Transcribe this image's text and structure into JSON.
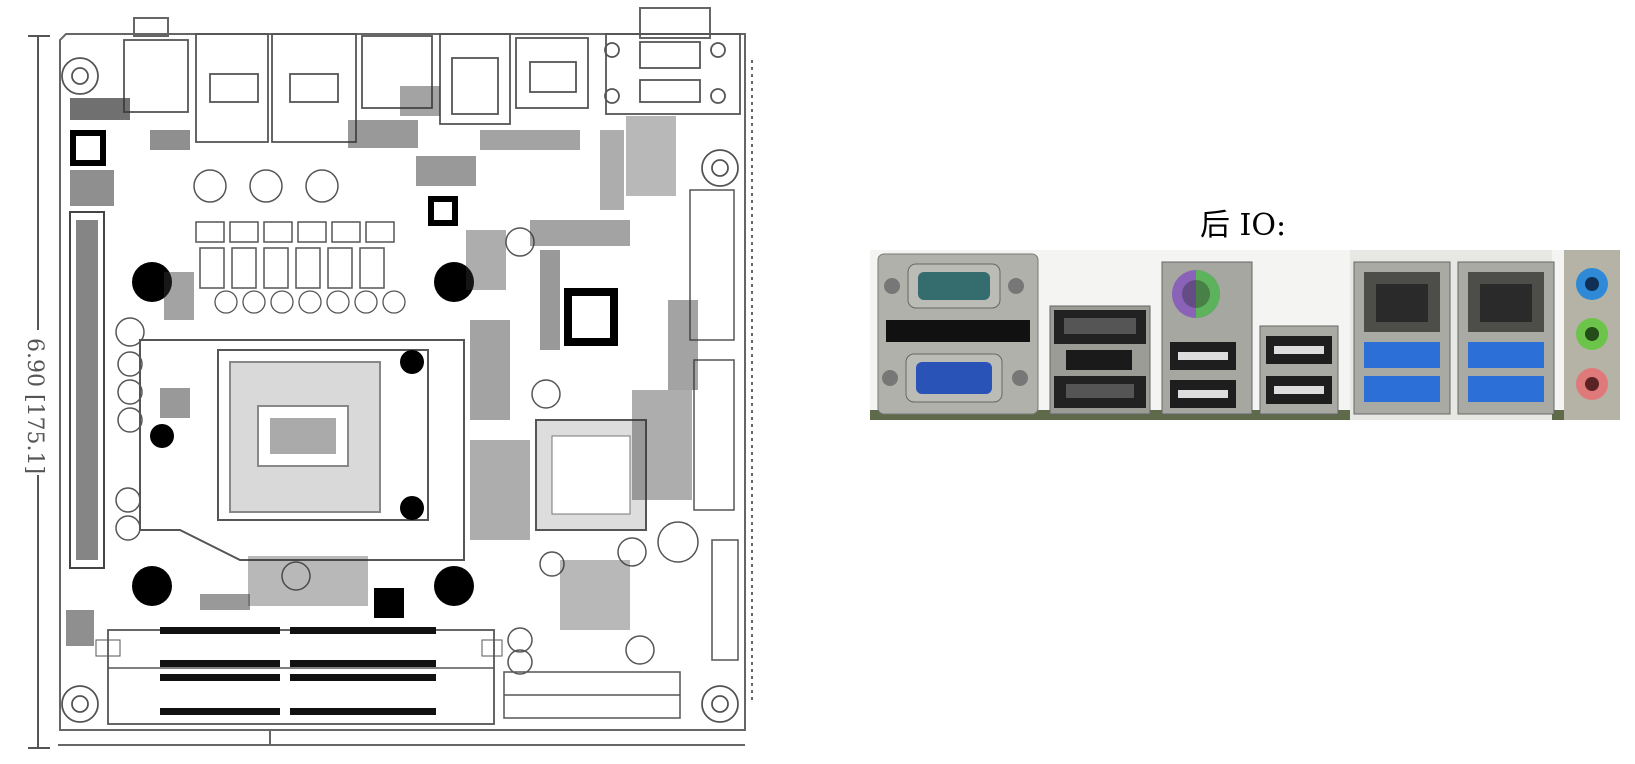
{
  "board_drawing": {
    "dimension_label": "6.90 [175.1]"
  },
  "rear_io": {
    "title": "后 IO:",
    "colors": {
      "panel_metal": "#a9aaa3",
      "vga_blue": "#2a53b8",
      "serial_teal": "#356d6f",
      "usb3_blue": "#2c6fd6",
      "ps2_purple": "#8a63b8",
      "ps2_green": "#5cb35c",
      "audio_blue": "#2e8ad6",
      "audio_green": "#6cc44a",
      "audio_pink": "#e07a7a"
    },
    "ports": [
      {
        "name": "serial-port-db9",
        "icon": "db9-icon"
      },
      {
        "name": "vga-port",
        "icon": "vga-icon"
      },
      {
        "name": "displayport",
        "icon": "displayport-icon"
      },
      {
        "name": "hdmi-port",
        "icon": "hdmi-icon"
      },
      {
        "name": "ps2-port",
        "icon": "ps2-icon"
      },
      {
        "name": "usb2-ports",
        "icon": "usb-icon"
      },
      {
        "name": "rj45-ports",
        "icon": "ethernet-icon"
      },
      {
        "name": "usb3-ports",
        "icon": "usb3-icon"
      },
      {
        "name": "audio-jacks",
        "icon": "audio-jack-icon"
      }
    ]
  }
}
